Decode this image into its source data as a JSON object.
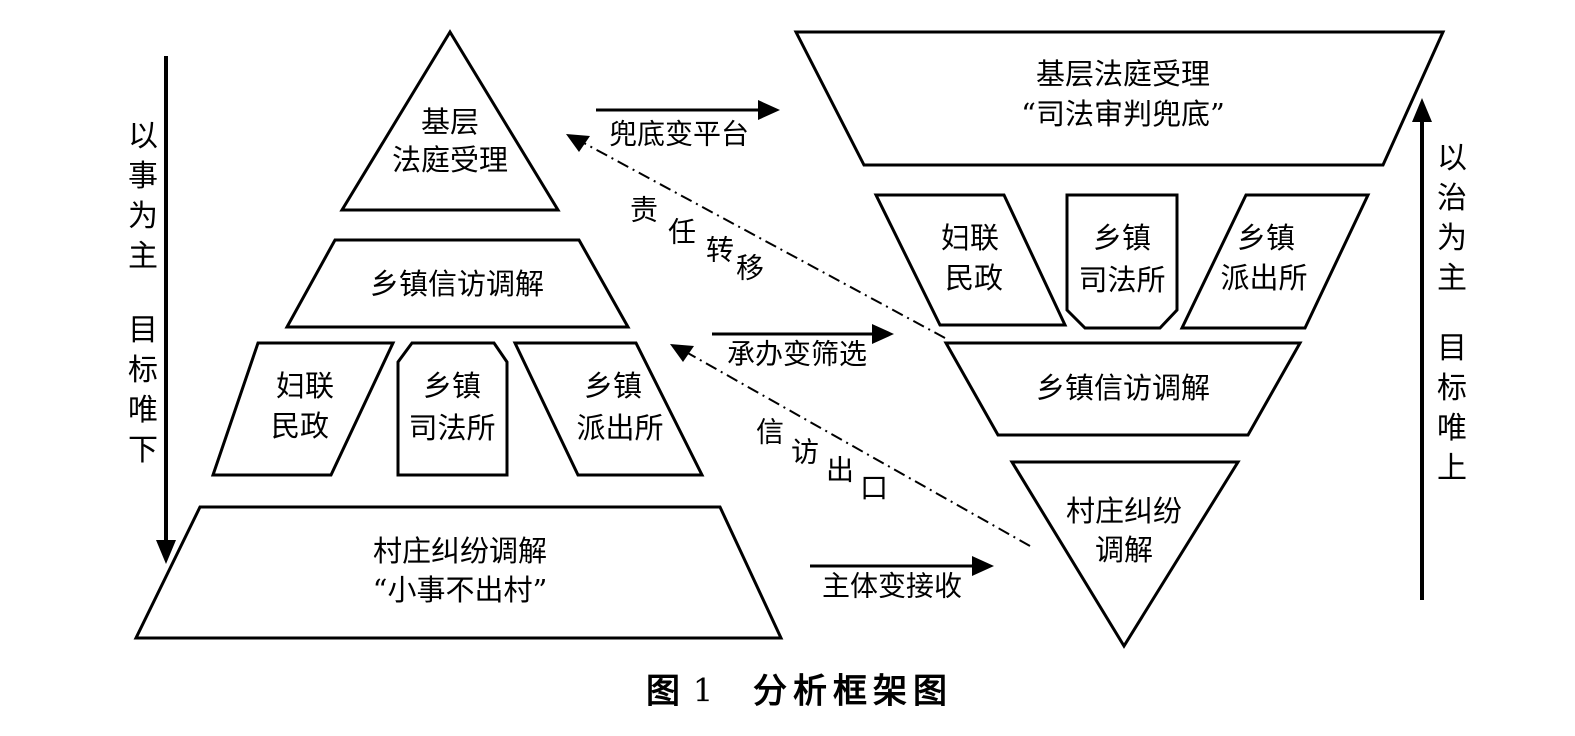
{
  "left_pyramid": {
    "top": [
      "基层",
      "法庭受理"
    ],
    "upper_mid": "乡镇信访调解",
    "boxes": [
      [
        "妇联",
        "民政"
      ],
      [
        "乡镇",
        "司法所"
      ],
      [
        "乡镇",
        "派出所"
      ]
    ],
    "base": [
      "村庄纠纷调解",
      "“小事不出村”"
    ],
    "side_label_top": [
      "以",
      "事",
      "为",
      "主"
    ],
    "side_label_bottom": [
      "目",
      "标",
      "唯",
      "下"
    ]
  },
  "right_pyramid": {
    "top": [
      "基层法庭受理",
      "“司法审判兜底”"
    ],
    "boxes": [
      [
        "妇联",
        "民政"
      ],
      [
        "乡镇",
        "司法所"
      ],
      [
        "乡镇",
        "派出所"
      ]
    ],
    "lower_mid": "乡镇信访调解",
    "bottom": [
      "村庄纠纷",
      "调解"
    ],
    "side_label_top": [
      "以",
      "治",
      "为",
      "主"
    ],
    "side_label_bottom": [
      "目",
      "标",
      "唯",
      "上"
    ]
  },
  "connectors": {
    "top_arrow": "兜底变平台",
    "mid_arrow": "承办变筛选",
    "bottom_arrow": "主体变接收",
    "upper_diagonal": [
      "责",
      "任",
      "转",
      "移"
    ],
    "lower_diagonal": [
      "信",
      "访",
      "出",
      "口"
    ]
  },
  "caption": {
    "fig": "图",
    "number": "1",
    "title": "分析框架图"
  }
}
